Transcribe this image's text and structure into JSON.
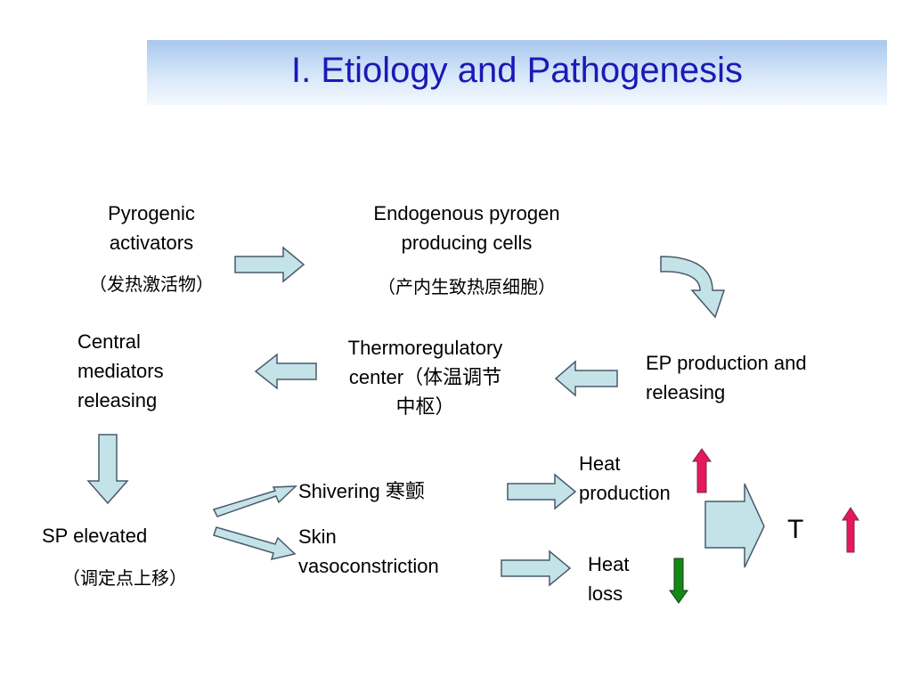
{
  "title": "I. Etiology and Pathogenesis",
  "nodes": {
    "pyrogenic_activators": {
      "line1": "Pyrogenic",
      "line2": "activators",
      "cn": "（发热激活物）"
    },
    "ep_cells": {
      "line1": "Endogenous pyrogen",
      "line2": "producing cells",
      "cn": "（产内生致热原细胞）"
    },
    "ep_production": {
      "line1": "EP production and",
      "line2": "releasing"
    },
    "thermo_center": {
      "line1": "Thermoregulatory",
      "line2": "center（体温调节",
      "line3": "中枢）"
    },
    "central_mediators": {
      "line1": "Central",
      "line2": "mediators",
      "line3": "releasing"
    },
    "sp_elevated": {
      "line1": "SP elevated",
      "cn": "（调定点上移）"
    },
    "shivering": {
      "label": "Shivering 寒颤"
    },
    "skin_vaso": {
      "line1": "Skin",
      "line2": "vasoconstriction"
    },
    "heat_production": {
      "line1": "Heat",
      "line2": "production"
    },
    "heat_loss": {
      "line1": "Heat",
      "line2": "loss"
    },
    "temperature": {
      "label": "T"
    }
  },
  "colors": {
    "title_text": "#1a1ab4",
    "arrow_fill": "#c3e3e8",
    "arrow_stroke": "#4a5a6a",
    "up_arrow": "#e6175f",
    "down_arrow": "#138a13"
  }
}
